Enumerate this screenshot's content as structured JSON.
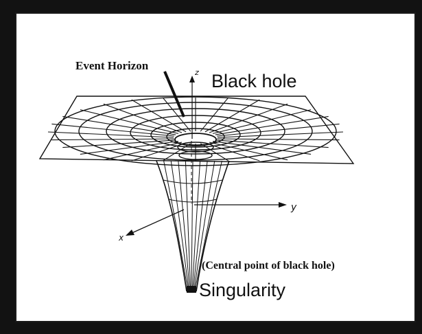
{
  "diagram": {
    "labels": {
      "event_horizon": "Event Horizon",
      "black_hole": "Black hole",
      "central_point": "(Central point of black hole)",
      "singularity": "Singularity"
    },
    "axes": {
      "z": "z",
      "y": "y",
      "x": "x"
    },
    "colors": {
      "background": "#121212",
      "panel": "#ffffff",
      "ink": "#111111"
    }
  }
}
